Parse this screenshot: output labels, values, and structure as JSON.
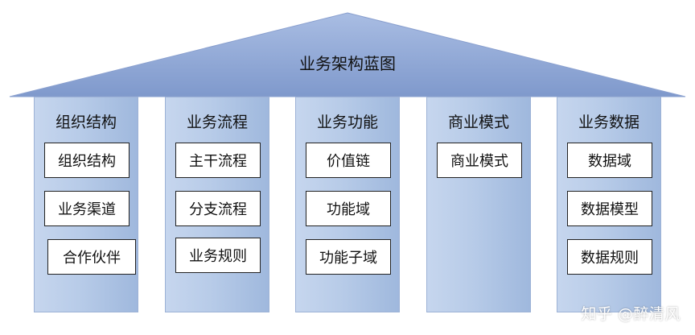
{
  "roof": {
    "title": "业务架构蓝图"
  },
  "pillars": [
    {
      "title": "组织结构",
      "items": [
        "组织结构",
        "业务渠道",
        "合作伙伴"
      ]
    },
    {
      "title": "业务流程",
      "items": [
        "主干流程",
        "分支流程",
        "业务规则"
      ]
    },
    {
      "title": "业务功能",
      "items": [
        "价值链",
        "功能域",
        "功能子域"
      ]
    },
    {
      "title": "商业模式",
      "items": [
        "商业模式"
      ]
    },
    {
      "title": "业务数据",
      "items": [
        "数据域",
        "数据模型",
        "数据规则"
      ]
    }
  ],
  "watermark": "知乎 @醉清风",
  "colors": {
    "roof": "#8ea6d6",
    "pillar": "#b7cbe8",
    "border": "#222222"
  }
}
